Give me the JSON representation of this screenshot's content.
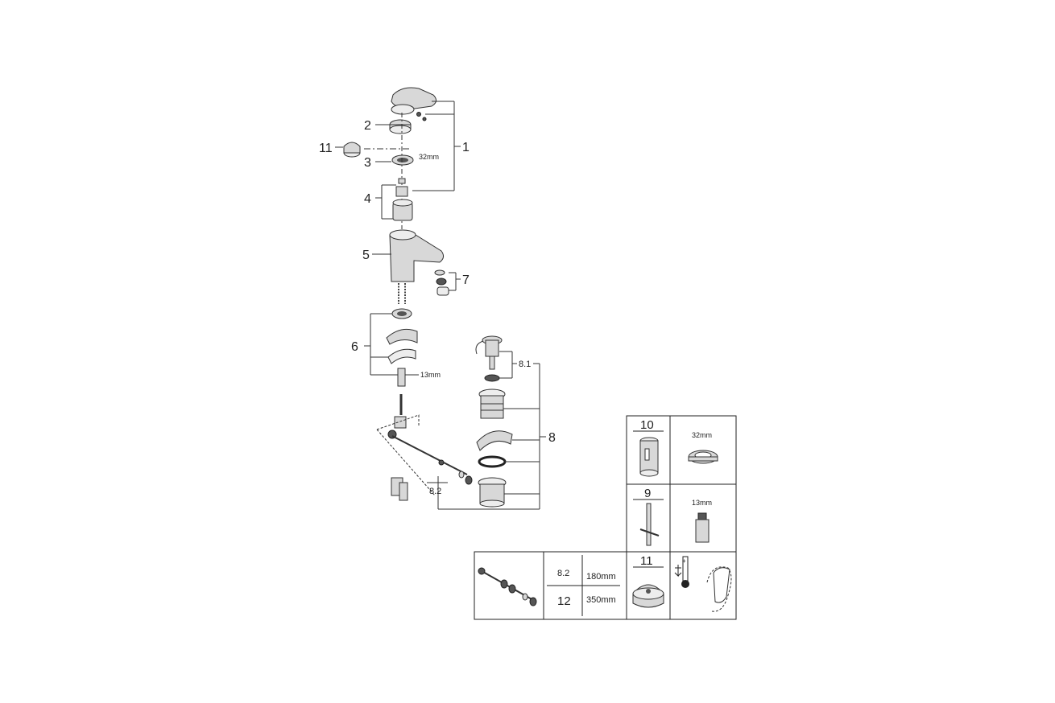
{
  "callouts": {
    "c1": "1",
    "c2": "2",
    "c3": "3",
    "c4": "4",
    "c5": "5",
    "c6": "6",
    "c7": "7",
    "c8": "8",
    "c8_1": "8.1",
    "c8_2": "8.2",
    "c11": "11",
    "dim_32": "32mm",
    "dim_13": "13mm"
  },
  "table": {
    "cell_10": "10",
    "cell_10_dim": "32mm",
    "cell_9": "9",
    "cell_9_dim": "13mm",
    "cell_11": "11",
    "row_8_2_label": "8.2",
    "row_8_2_len": "180mm",
    "row_12_label": "12",
    "row_12_len": "350mm"
  }
}
